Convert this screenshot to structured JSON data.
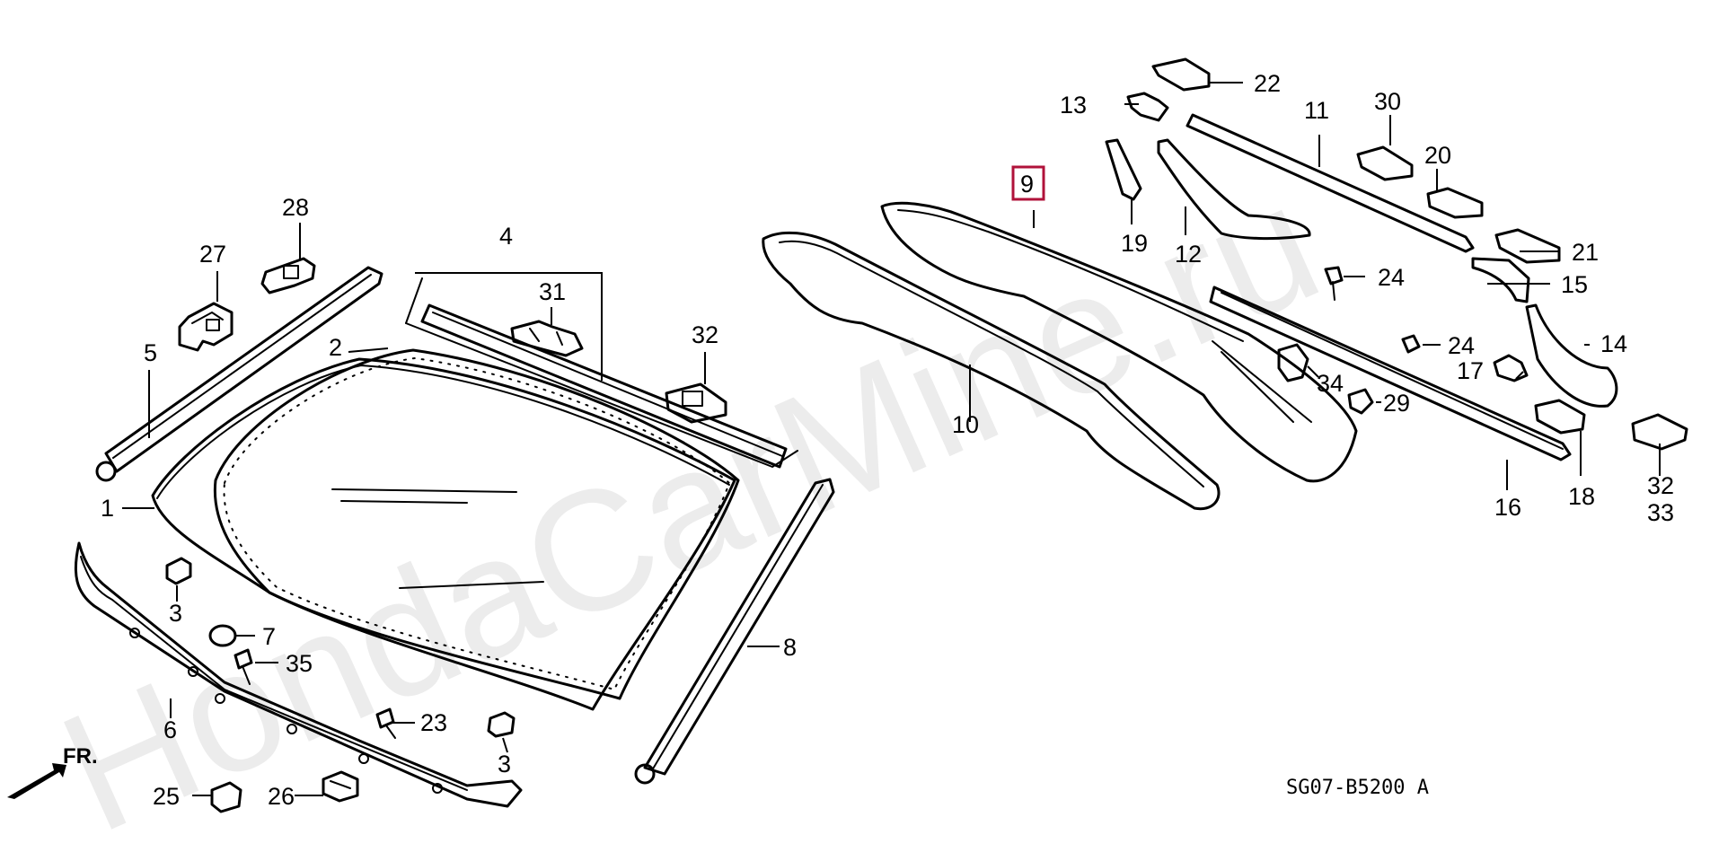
{
  "diagram": {
    "callouts": {
      "c1": "1",
      "c2": "2",
      "c3a": "3",
      "c3b": "3",
      "c4": "4",
      "c5": "5",
      "c6": "6",
      "c7": "7",
      "c8": "8",
      "c9": "9",
      "c10": "10",
      "c11": "11",
      "c12": "12",
      "c13": "13",
      "c14": "14",
      "c15": "15",
      "c16": "16",
      "c17": "17",
      "c18": "18",
      "c19": "19",
      "c20": "20",
      "c21": "21",
      "c22": "22",
      "c23": "23",
      "c24a": "24",
      "c24b": "24",
      "c25": "25",
      "c26": "26",
      "c27": "27",
      "c28": "28",
      "c29": "29",
      "c30": "30",
      "c31": "31",
      "c32a": "32",
      "c32b": "32",
      "c33": "33",
      "c34": "34",
      "c35": "35"
    },
    "highlighted_part": "9",
    "highlight_color": "#b0123a",
    "direction_label": "FR.",
    "diagram_code": "SG07-B5200 A",
    "watermark": "HondaCarMine.ru"
  }
}
